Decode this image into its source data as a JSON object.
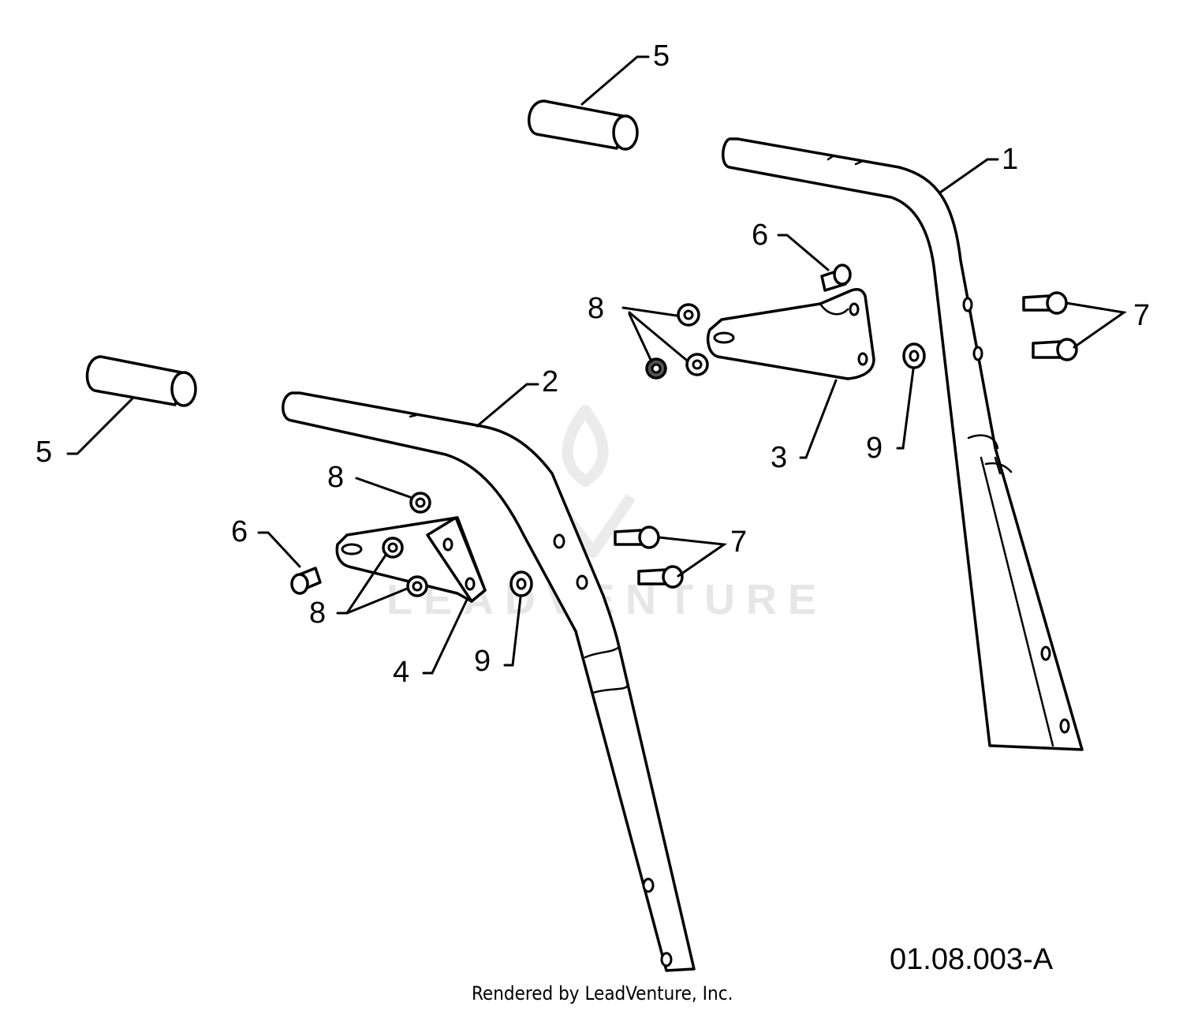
{
  "diagram": {
    "callouts": {
      "c1": "1",
      "c2": "2",
      "c3": "3",
      "c4": "4",
      "c5a": "5",
      "c5b": "5",
      "c6a": "6",
      "c6b": "6",
      "c7a": "7",
      "c7b": "7",
      "c8a": "8",
      "c8b": "8",
      "c8c": "8",
      "c9a": "9",
      "c9b": "9"
    },
    "figure_code": "01.08.003-A",
    "credit": "Rendered by LeadVenture, Inc.",
    "watermark": "LEADVENTURE"
  }
}
